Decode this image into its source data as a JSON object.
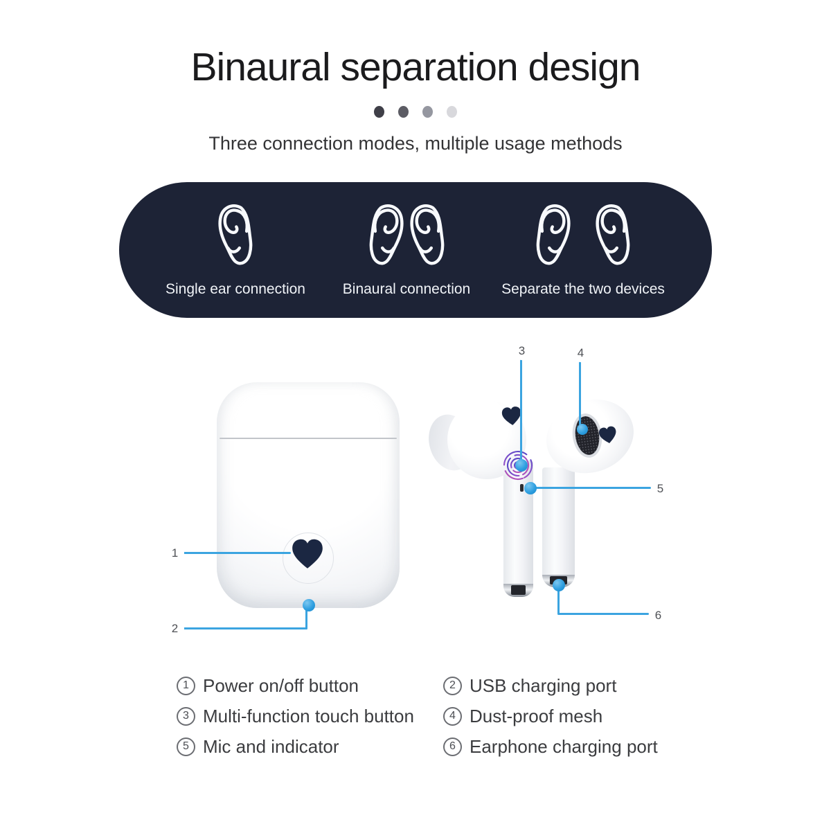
{
  "header": {
    "title": "Binaural separation design",
    "subtitle": "Three connection modes, multiple usage methods",
    "dot_colors": [
      "#3f3f48",
      "#5c5c64",
      "#9597a0",
      "#d8d8dc"
    ]
  },
  "colors": {
    "accent": "#3ba4e0",
    "banner_bg": "#1d2336",
    "heart": "#1b2742",
    "fp1": "#4a43c5",
    "fp2": "#8b52cc",
    "fp3": "#c653ae"
  },
  "modes_banner": {
    "items": [
      {
        "icon": "single-ear-icon",
        "label": "Single ear connection"
      },
      {
        "icon": "binaural-ears-icon",
        "label": "Binaural connection"
      },
      {
        "icon": "separated-ears-icon",
        "label": "Separate the two devices"
      }
    ]
  },
  "diagram": {
    "callouts": [
      "1",
      "2",
      "3",
      "4",
      "5",
      "6"
    ]
  },
  "legend": {
    "items": [
      {
        "num": "1",
        "label": "Power on/off button"
      },
      {
        "num": "2",
        "label": "USB charging port"
      },
      {
        "num": "3",
        "label": "Multi-function touch button"
      },
      {
        "num": "4",
        "label": "Dust-proof mesh"
      },
      {
        "num": "5",
        "label": "Mic and indicator"
      },
      {
        "num": "6",
        "label": "Earphone charging port"
      }
    ]
  }
}
